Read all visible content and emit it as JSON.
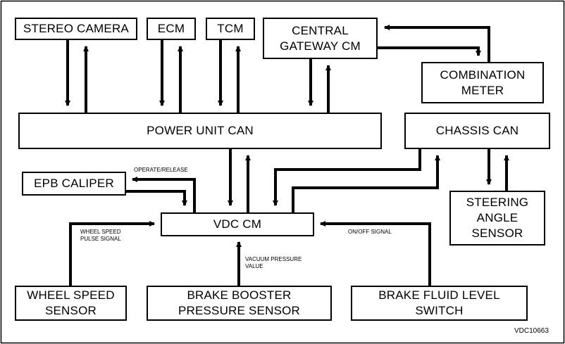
{
  "boxes": {
    "stereo_camera": "STEREO CAMERA",
    "ecm": "ECM",
    "tcm": "TCM",
    "central_gateway": "CENTRAL\nGATEWAY CM",
    "combination_meter": "COMBINATION\nMETER",
    "power_unit_can": "POWER UNIT CAN",
    "chassis_can": "CHASSIS CAN",
    "epb_caliper": "EPB CALIPER",
    "vdc_cm": "VDC CM",
    "steering_angle_sensor": "STEERING\nANGLE\nSENSOR",
    "wheel_speed_sensor": "WHEEL SPEED\nSENSOR",
    "brake_booster_sensor": "BRAKE BOOSTER\nPRESSURE SENSOR",
    "brake_fluid_switch": "BRAKE FLUID LEVEL\nSWITCH"
  },
  "labels": {
    "operate_release": "OPERATE/RELEASE",
    "wheel_speed_signal": "WHEEL SPEED\nPULSE SIGNAL",
    "vacuum_pressure": "VACUUM PRESSURE\nVALUE",
    "on_off_signal": "ON/OFF SIGNAL"
  },
  "diagram_id": "VDC10663"
}
